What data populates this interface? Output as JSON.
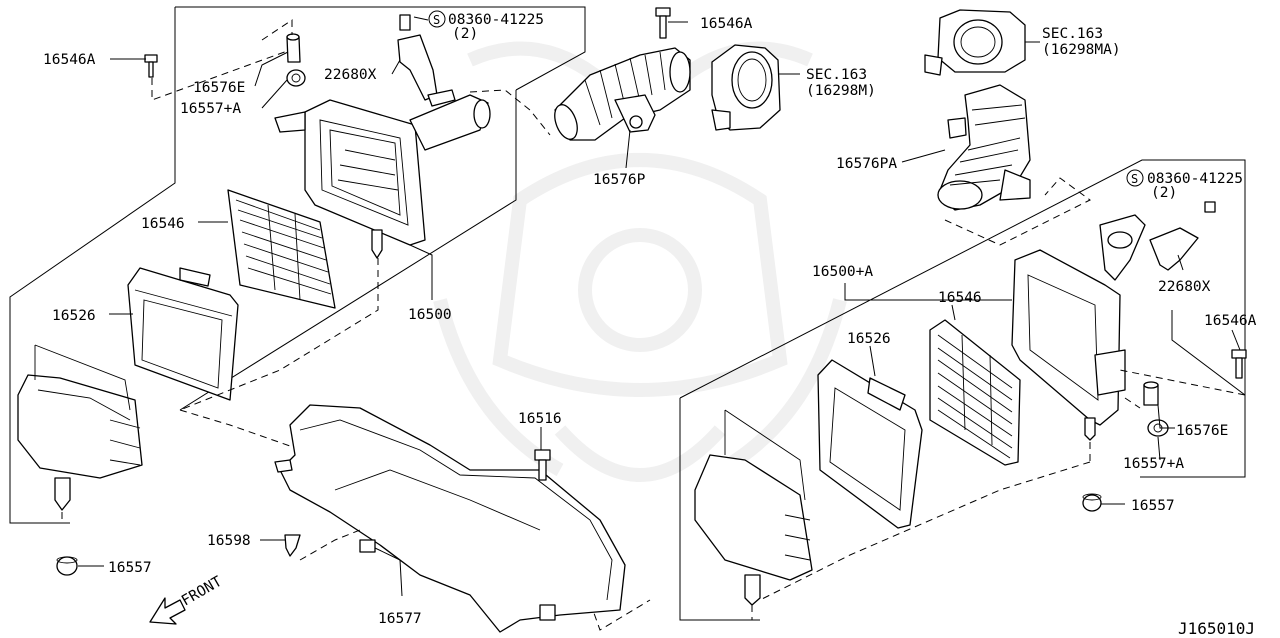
{
  "diagram_code": "J165010J",
  "front_label": "FRONT",
  "labels": {
    "l_16546a_tl": "16546A",
    "l_16576e_l": "16576E",
    "l_16557a_l": "16557+A",
    "l_22680x_l": "22680X",
    "l_08360_l": "08360-41225",
    "l_08360_l_qty": "(2)",
    "l_16546a_top": "16546A",
    "l_sec163_r": "SEC.163",
    "l_sec163_r_sub": "(16298M)",
    "l_sec163_tr": "SEC.163",
    "l_sec163_tr_sub": "(16298MA)",
    "l_16576pa": "16576PA",
    "l_16576p": "16576P",
    "l_08360_r": "08360-41225",
    "l_08360_r_qty": "(2)",
    "l_22680x_r": "22680X",
    "l_16546_l": "16546",
    "l_16500": "16500",
    "l_16526_l": "16526",
    "l_16500a": "16500+A",
    "l_16546_r": "16546",
    "l_16526_r": "16526",
    "l_16546a_r": "16546A",
    "l_16576e_r": "16576E",
    "l_16557a_r": "16557+A",
    "l_16557_r": "16557",
    "l_16516": "16516",
    "l_16598": "16598",
    "l_16557_l": "16557",
    "l_16577": "16577"
  }
}
